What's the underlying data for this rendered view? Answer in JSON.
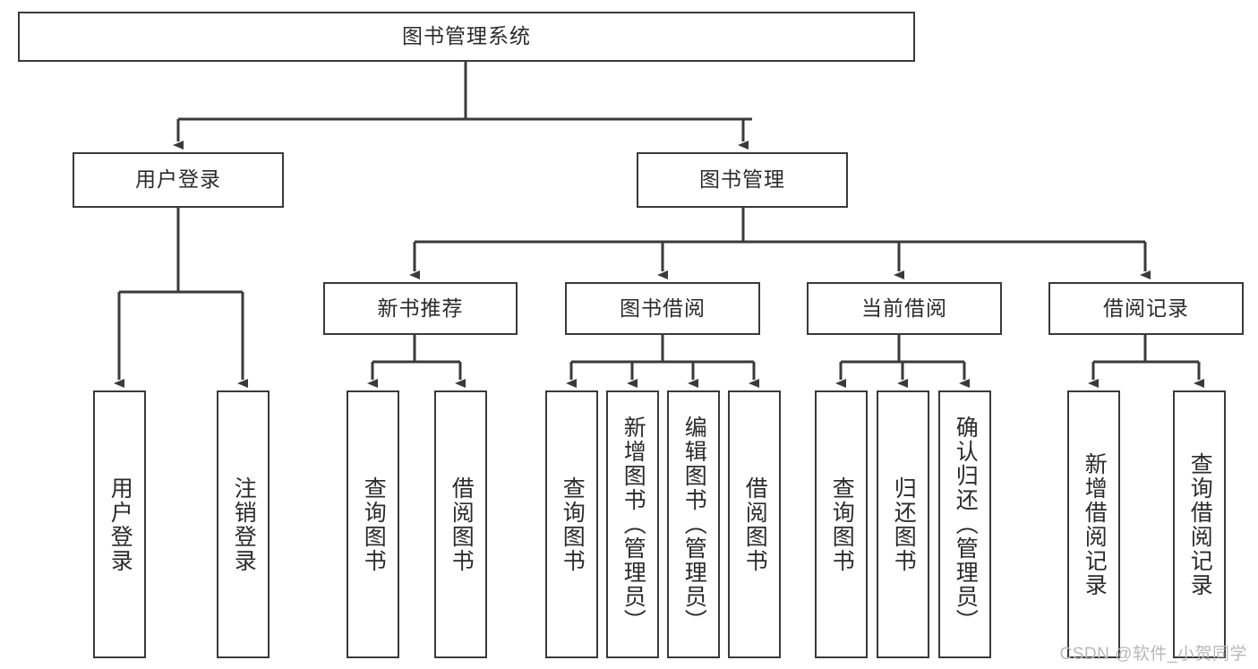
{
  "diagram": {
    "title": "图书管理系统",
    "watermark": "CSDN @软件_小贺同学",
    "accent_color": "#3a3a3a",
    "background_color": "#ffffff",
    "text_color": "#2b2b2b",
    "watermark_color": "#b9b9b9"
  },
  "nodes": {
    "root": {
      "label": "图书管理系统",
      "level": 1,
      "orientation": "horizontal"
    },
    "user_login": {
      "label": "用户登录",
      "level": 2,
      "orientation": "horizontal"
    },
    "book_manage": {
      "label": "图书管理",
      "level": 2,
      "orientation": "horizontal"
    },
    "new_book_rec": {
      "label": "新书推荐",
      "level": 3,
      "orientation": "horizontal"
    },
    "book_borrow": {
      "label": "图书借阅",
      "level": 3,
      "orientation": "horizontal"
    },
    "current_borrow": {
      "label": "当前借阅",
      "level": 3,
      "orientation": "horizontal"
    },
    "borrow_record": {
      "label": "借阅记录",
      "level": 3,
      "orientation": "horizontal"
    },
    "leaf_user_login": {
      "label": "用户登录",
      "level": 4,
      "orientation": "vertical"
    },
    "leaf_logout": {
      "label": "注销登录",
      "level": 4,
      "orientation": "vertical"
    },
    "leaf_rec_query_book": {
      "label": "查询图书",
      "level": 4,
      "orientation": "vertical"
    },
    "leaf_rec_borrow_book": {
      "label": "借阅图书",
      "level": 4,
      "orientation": "vertical"
    },
    "leaf_borrow_query_book": {
      "label": "查询图书",
      "level": 4,
      "orientation": "vertical"
    },
    "leaf_add_book": {
      "label": "新增图书（管理员）",
      "level": 4,
      "orientation": "vertical"
    },
    "leaf_edit_book": {
      "label": "编辑图书（管理员）",
      "level": 4,
      "orientation": "vertical"
    },
    "leaf_borrow_book": {
      "label": "借阅图书",
      "level": 4,
      "orientation": "vertical"
    },
    "leaf_cur_query_book": {
      "label": "查询图书",
      "level": 4,
      "orientation": "vertical"
    },
    "leaf_return_book": {
      "label": "归还图书",
      "level": 4,
      "orientation": "vertical"
    },
    "leaf_confirm_return": {
      "label": "确认归还（管理员）",
      "level": 4,
      "orientation": "vertical"
    },
    "leaf_add_record": {
      "label": "新增借阅记录",
      "level": 4,
      "orientation": "vertical"
    },
    "leaf_query_record": {
      "label": "查询借阅记录",
      "level": 4,
      "orientation": "vertical"
    }
  },
  "edges": [
    {
      "from": "root",
      "to": "user_login"
    },
    {
      "from": "root",
      "to": "book_manage"
    },
    {
      "from": "user_login",
      "to": "leaf_user_login"
    },
    {
      "from": "user_login",
      "to": "leaf_logout"
    },
    {
      "from": "book_manage",
      "to": "new_book_rec"
    },
    {
      "from": "book_manage",
      "to": "book_borrow"
    },
    {
      "from": "book_manage",
      "to": "current_borrow"
    },
    {
      "from": "book_manage",
      "to": "borrow_record"
    },
    {
      "from": "new_book_rec",
      "to": "leaf_rec_query_book"
    },
    {
      "from": "new_book_rec",
      "to": "leaf_rec_borrow_book"
    },
    {
      "from": "book_borrow",
      "to": "leaf_borrow_query_book"
    },
    {
      "from": "book_borrow",
      "to": "leaf_add_book"
    },
    {
      "from": "book_borrow",
      "to": "leaf_edit_book"
    },
    {
      "from": "book_borrow",
      "to": "leaf_borrow_book"
    },
    {
      "from": "current_borrow",
      "to": "leaf_cur_query_book"
    },
    {
      "from": "current_borrow",
      "to": "leaf_return_book"
    },
    {
      "from": "current_borrow",
      "to": "leaf_confirm_return"
    },
    {
      "from": "borrow_record",
      "to": "leaf_add_record"
    },
    {
      "from": "borrow_record",
      "to": "leaf_query_record"
    }
  ]
}
